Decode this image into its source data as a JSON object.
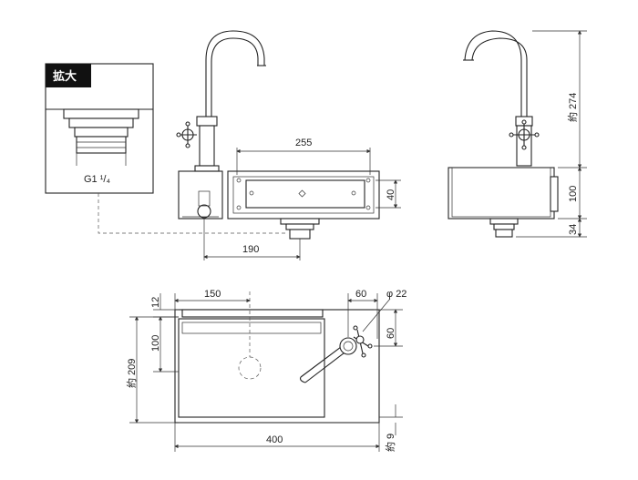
{
  "zoom_box": {
    "badge": "拡大",
    "thread_label": "G1 ¹/₄"
  },
  "dims": {
    "d255": "255",
    "d40": "40",
    "d190": "190",
    "d274": "約 274",
    "d100_side": "100",
    "d34": "34",
    "d150": "150",
    "d12": "12",
    "d100_top": "100",
    "d209": "約 209",
    "d60_h": "60",
    "d22": "φ 22",
    "d60_v": "60",
    "d400": "400",
    "d9": "約 9"
  }
}
